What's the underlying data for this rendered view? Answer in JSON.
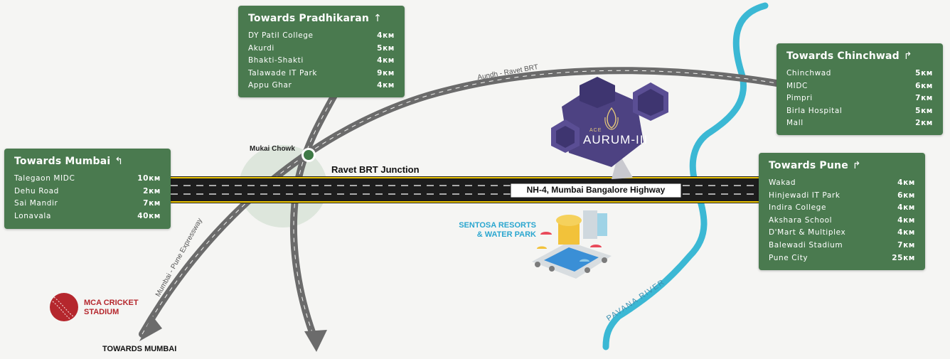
{
  "cards": {
    "pradhikaran": {
      "title": "Towards Pradhikaran",
      "arrow": "↑",
      "rows": [
        {
          "place": "DY Patil College",
          "dist": "4км"
        },
        {
          "place": "Akurdi",
          "dist": "5км"
        },
        {
          "place": "Bhakti-Shakti",
          "dist": "4км"
        },
        {
          "place": "Talawade IT Park",
          "dist": "9км"
        },
        {
          "place": "Appu Ghar",
          "dist": "4км"
        }
      ]
    },
    "chinchwad": {
      "title": "Towards Chinchwad",
      "arrow": "↱",
      "rows": [
        {
          "place": "Chinchwad",
          "dist": "5км"
        },
        {
          "place": "MIDC",
          "dist": "6км"
        },
        {
          "place": "Pimpri",
          "dist": "7км"
        },
        {
          "place": "Birla Hospital",
          "dist": "5км"
        },
        {
          "place": "Mall",
          "dist": "2км"
        }
      ]
    },
    "mumbai": {
      "title": "Towards Mumbai",
      "arrow": "↰",
      "rows": [
        {
          "place": "Talegaon MIDC",
          "dist": "10км"
        },
        {
          "place": "Dehu Road",
          "dist": "2км"
        },
        {
          "place": "Sai Mandir",
          "dist": "7км"
        },
        {
          "place": "Lonavala",
          "dist": "40км"
        }
      ]
    },
    "pune": {
      "title": "Towards Pune",
      "arrow": "↱",
      "rows": [
        {
          "place": "Wakad",
          "dist": "4км"
        },
        {
          "place": "Hinjewadi IT Park",
          "dist": "6км"
        },
        {
          "place": "Indira College",
          "dist": "4км"
        },
        {
          "place": "Akshara School",
          "dist": "4км"
        },
        {
          "place": "D'Mart & Multiplex",
          "dist": "4км"
        },
        {
          "place": "Balewadi Stadium",
          "dist": "7км"
        },
        {
          "place": "Pune City",
          "dist": "25км"
        }
      ]
    }
  },
  "labels": {
    "mukai_chowk": "Mukai Chowk",
    "ravet_junction": "Ravet BRT Junction",
    "highway": "NH-4, Mumbai Bangalore Highway",
    "aundh_brt": "Aundh - Ravet BRT",
    "expressway": "Mumbai - Pune Expressway",
    "river": "PAVANA RIVER",
    "towards_mumbai": "TOWARDS MUMBAI",
    "mca_line1": "MCA CRICKET",
    "mca_line2": "STADIUM",
    "sentosa_line1": "SENTOSA RESORTS",
    "sentosa_line2": "& WATER PARK",
    "project_brand": "ACE",
    "project_name": "AURUM-III"
  },
  "colors": {
    "card_green": "#4a7a4f",
    "road_grey": "#6b6b6b",
    "highway_black": "#1d1d1d",
    "highway_edge": "#e9c200",
    "river_blue": "#3bb8d4",
    "project_purple": "#4d4282",
    "mca_red": "#b5272d",
    "sentosa_blue": "#2aa6cf"
  },
  "icons": [
    "junction-pin-icon",
    "cricket-ball-icon",
    "water-park-icon",
    "aurum-logo-icon"
  ]
}
